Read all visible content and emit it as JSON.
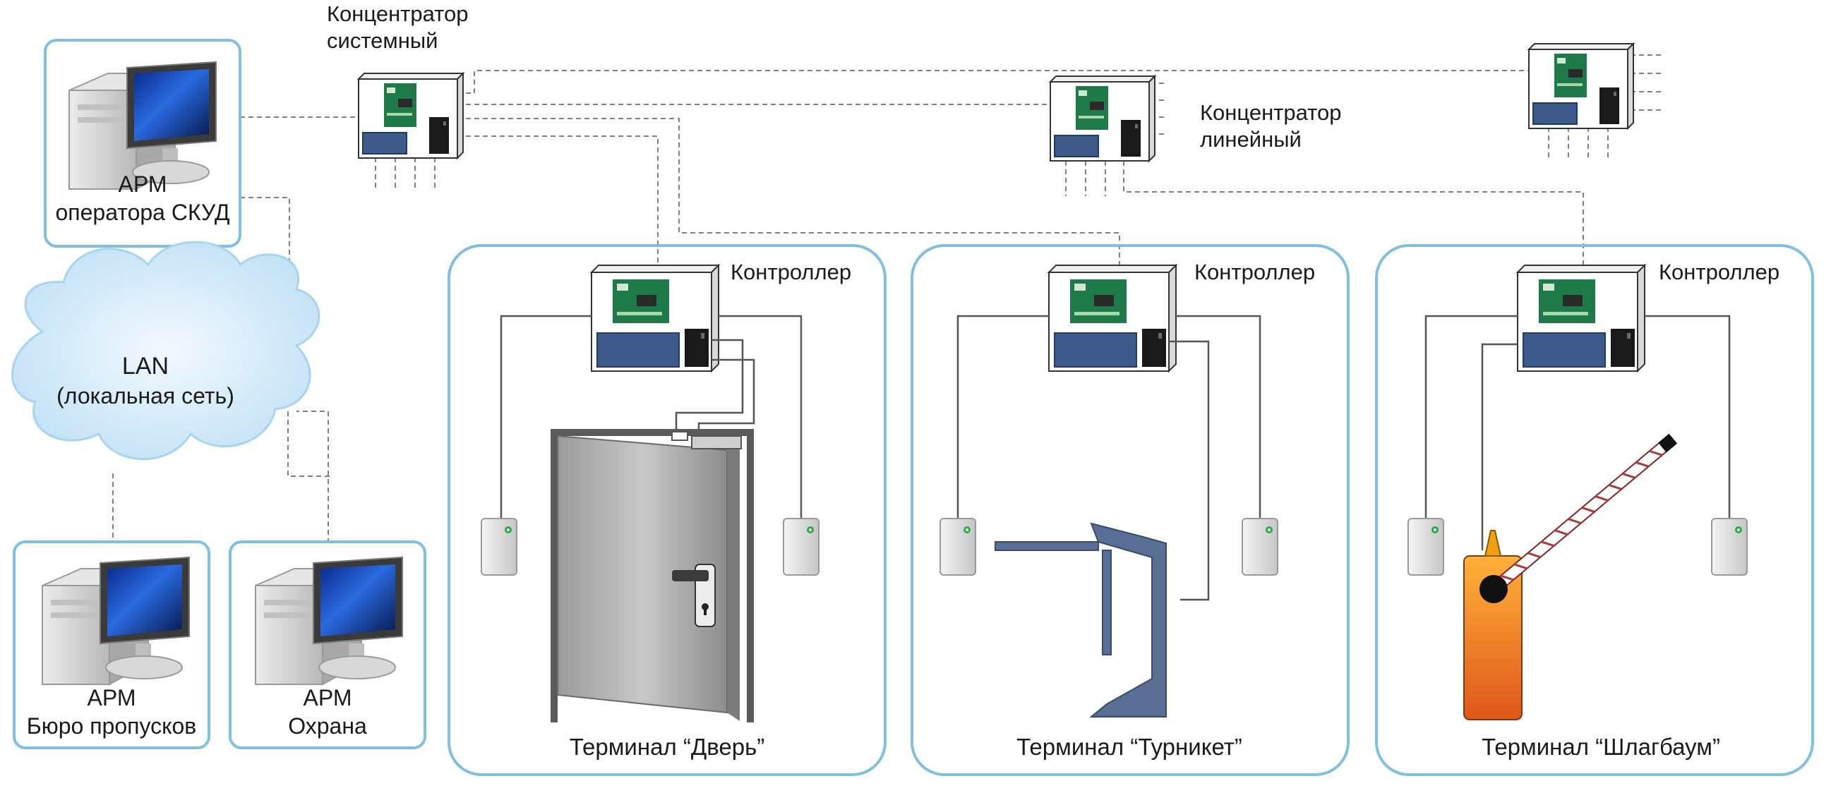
{
  "labels": {
    "arm_operator_line1": "АРМ",
    "arm_operator_line2": "оператора СКУД",
    "hub_system_line1": "Концентратор",
    "hub_system_line2": "системный",
    "hub_linear_line1": "Концентратор",
    "hub_linear_line2": "линейный",
    "lan_line1": "LAN",
    "lan_line2": "(локальная сеть)",
    "arm_bureau_line1": "АРМ",
    "arm_bureau_line2": "Бюро пропусков",
    "arm_guard_line1": "АРМ",
    "arm_guard_line2": "Охрана"
  },
  "terminals": [
    {
      "controller_label": "Контроллер",
      "title": "Терминал “Дверь”",
      "device": "door"
    },
    {
      "controller_label": "Контроллер",
      "title": "Терминал “Турникет”",
      "device": "turnstile"
    },
    {
      "controller_label": "Контроллер",
      "title": "Терминал “Шлагбаум”",
      "device": "barrier"
    }
  ],
  "colors": {
    "frame": "#7fbfe0",
    "wire": "#808080",
    "cabinet_blue": "#3d5a8a",
    "pcb_green": "#1f7a4a",
    "turnstile": "#5a6f96",
    "barrier_orange": "#f07a1a",
    "lan_cloud": "#cfe8f8"
  },
  "icons": [
    "workstation-icon",
    "hub-cabinet-icon",
    "controller-cabinet-icon",
    "card-reader-icon",
    "door-icon",
    "turnstile-icon",
    "barrier-icon",
    "lan-cloud-icon"
  ]
}
